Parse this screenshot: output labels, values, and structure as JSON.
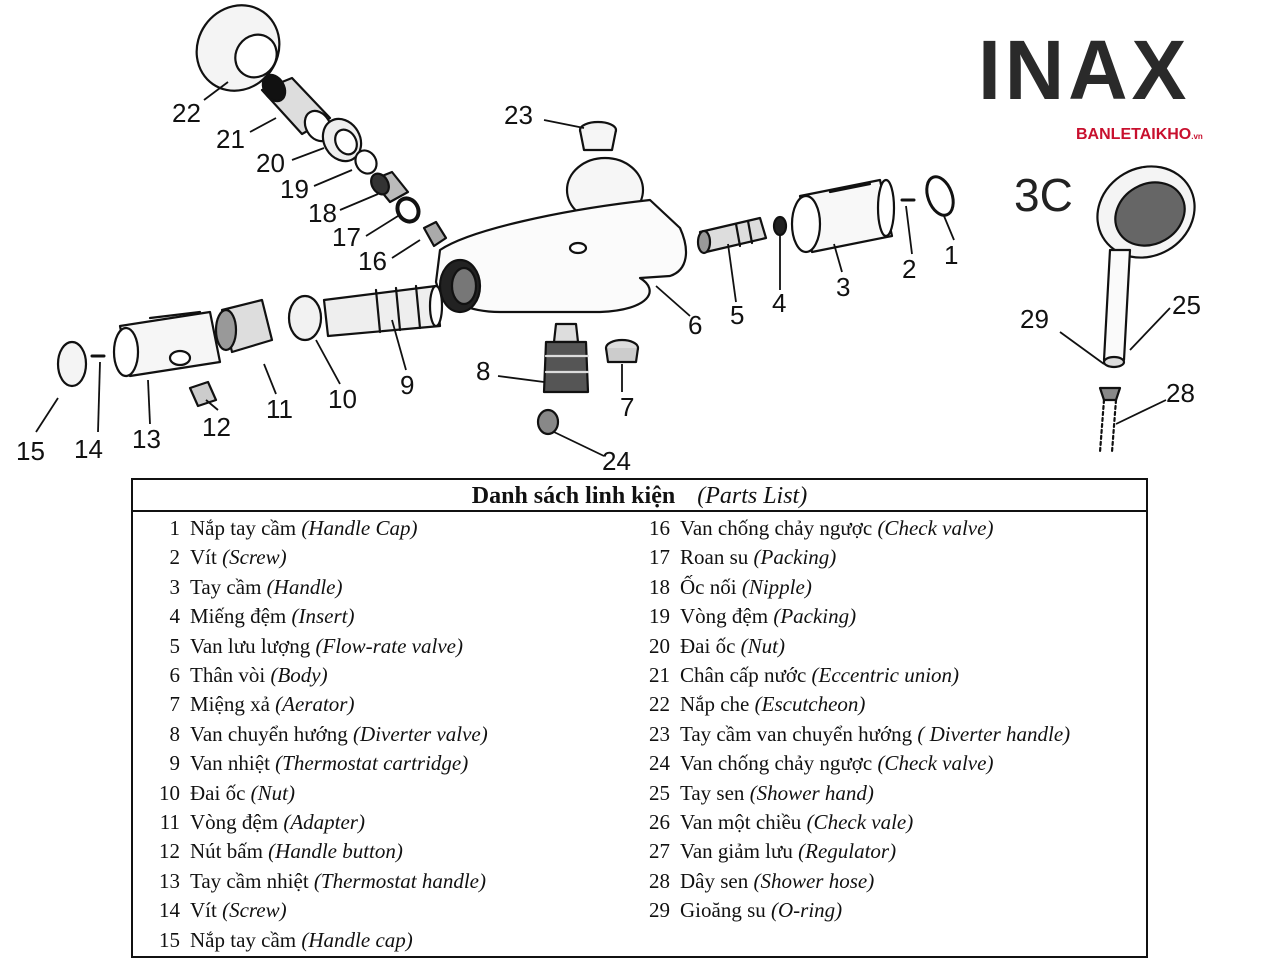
{
  "brand": {
    "name": "INAX",
    "site": "BANLETAIKHO",
    "site_suffix": ".vn",
    "model": "3C"
  },
  "callouts": [
    "1",
    "2",
    "3",
    "4",
    "5",
    "6",
    "7",
    "8",
    "9",
    "10",
    "11",
    "12",
    "13",
    "14",
    "15",
    "16",
    "17",
    "18",
    "19",
    "20",
    "21",
    "22",
    "23",
    "24",
    "25",
    "28",
    "29"
  ],
  "parts_list": {
    "title_vi": "Danh sách linh kiện",
    "title_en": "(Parts List)",
    "left": [
      {
        "num": "1",
        "vi": "Nắp tay cầm",
        "en": "(Handle  Cap)"
      },
      {
        "num": "2",
        "vi": "Vít",
        "en": "(Screw)"
      },
      {
        "num": "3",
        "vi": "Tay cầm",
        "en": "(Handle)"
      },
      {
        "num": "4",
        "vi": "Miếng đệm",
        "en": "(Insert)"
      },
      {
        "num": "5",
        "vi": "Van lưu lượng",
        "en": "(Flow-rate valve)"
      },
      {
        "num": "6",
        "vi": "Thân vòi",
        "en": "(Body)"
      },
      {
        "num": "7",
        "vi": "Miệng xả",
        "en": "(Aerator)"
      },
      {
        "num": "8",
        "vi": "Van chuyển hướng",
        "en": "(Diverter valve)"
      },
      {
        "num": "9",
        "vi": "Van nhiệt",
        "en": "(Thermostat cartridge)"
      },
      {
        "num": "10",
        "vi": "Đai ốc",
        "en": "(Nut)"
      },
      {
        "num": "11",
        "vi": "Vòng đệm",
        "en": "(Adapter)"
      },
      {
        "num": "12",
        "vi": "Nút bấm",
        "en": "(Handle button)"
      },
      {
        "num": "13",
        "vi": "Tay cầm nhiệt",
        "en": "(Thermostat handle)"
      },
      {
        "num": "14",
        "vi": "Vít",
        "en": "(Screw)"
      },
      {
        "num": "15",
        "vi": "Nắp tay cầm",
        "en": "(Handle cap)"
      }
    ],
    "right": [
      {
        "num": "16",
        "vi": "Van chống chảy ngược",
        "en": "(Check valve)"
      },
      {
        "num": "17",
        "vi": "Roan su",
        "en": "(Packing)"
      },
      {
        "num": "18",
        "vi": "Ốc nối",
        "en": "(Nipple)"
      },
      {
        "num": "19",
        "vi": "Vòng đệm",
        "en": "(Packing)"
      },
      {
        "num": "20",
        "vi": "Đai ốc",
        "en": "(Nut)"
      },
      {
        "num": "21",
        "vi": "Chân cấp nước",
        "en": "(Eccentric union)"
      },
      {
        "num": "22",
        "vi": "Nắp che",
        "en": "(Escutcheon)"
      },
      {
        "num": "23",
        "vi": "Tay cầm van chuyển hướng",
        "en": "( Diverter handle)"
      },
      {
        "num": "24",
        "vi": "Van chống chảy ngược",
        "en": "(Check valve)"
      },
      {
        "num": "25",
        "vi": "Tay sen",
        "en": "(Shower hand)"
      },
      {
        "num": "26",
        "vi": "Van một chiều",
        "en": "(Check vale)"
      },
      {
        "num": "27",
        "vi": "Van giảm lưu",
        "en": "(Regulator)"
      },
      {
        "num": "28",
        "vi": "Dây sen",
        "en": "(Shower hose)"
      },
      {
        "num": "29",
        "vi": "Gioăng su",
        "en": "(O-ring)"
      }
    ]
  }
}
